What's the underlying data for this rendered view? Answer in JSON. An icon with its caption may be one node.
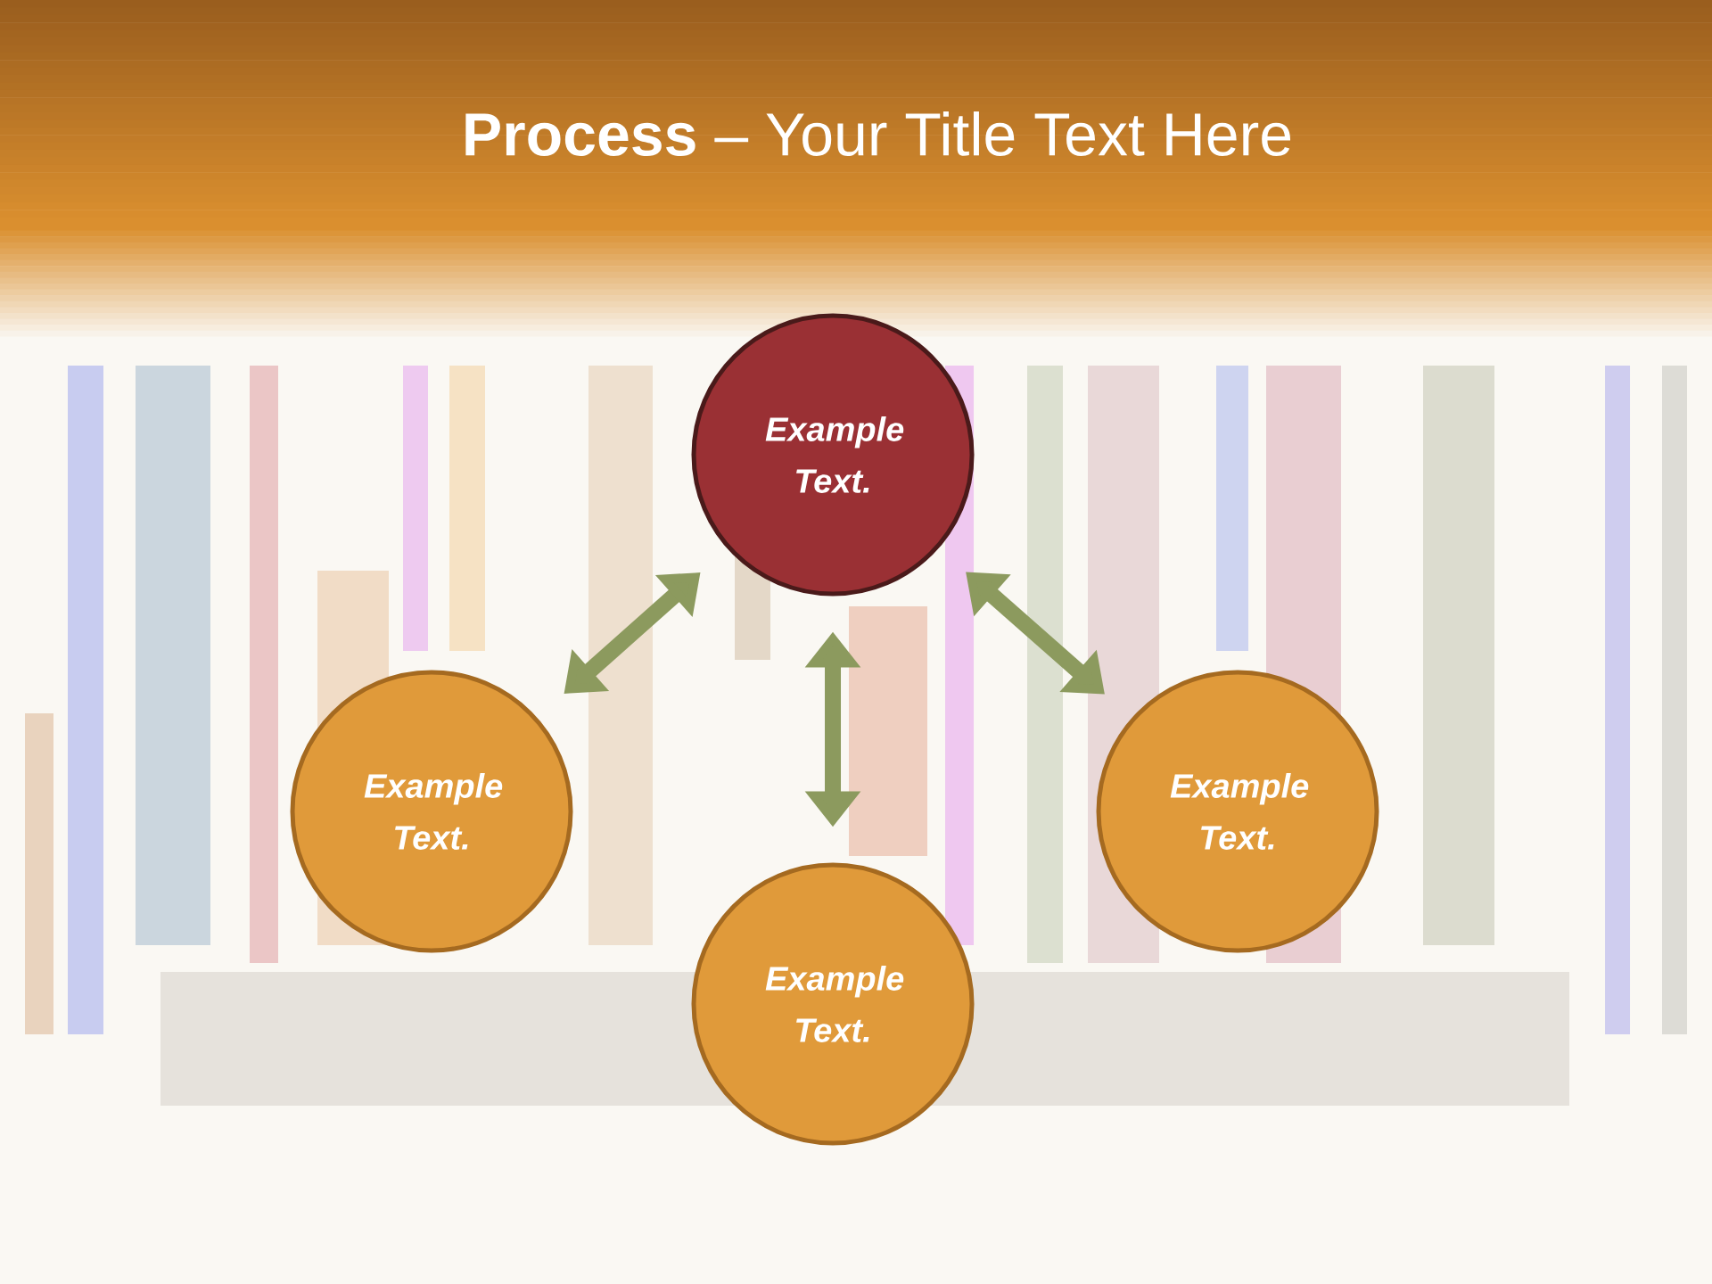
{
  "diagram": {
    "title": "**Process** – Your Title Text Here",
    "nodes": [
      {
        "text": [
          "Example Text."
        ]
      },
      {
        "text": [
          "Example Text."
        ]
      },
      {
        "text": [
          "Example Text."
        ]
      },
      {
        "text": [
          "Example Text."
        ]
      }
    ],
    "edges": [
      {
        "from": 0,
        "to": 1,
        "arrow": "both"
      },
      {
        "from": 3,
        "to": 0,
        "arrow": "both"
      },
      {
        "from": 0,
        "to": 2,
        "arrow": "both"
      }
    ]
  }
}
